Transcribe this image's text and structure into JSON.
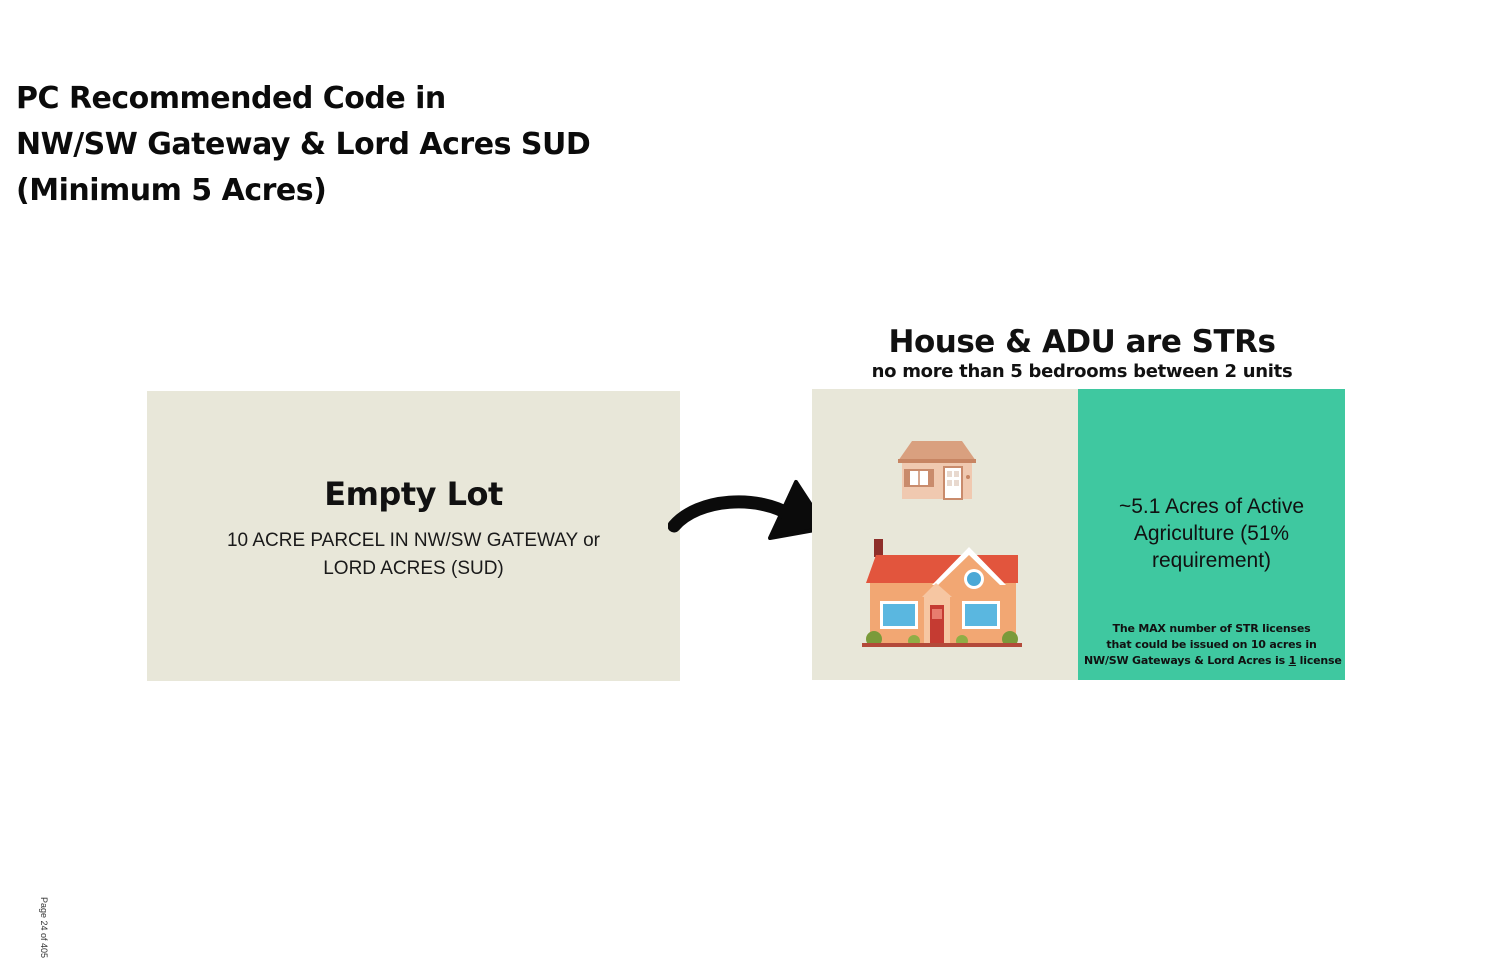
{
  "title": {
    "line1": "PC Recommended Code in",
    "line2": "NW/SW Gateway & Lord Acres SUD",
    "line3": "(Minimum 5 Acres)"
  },
  "empty_lot": {
    "heading": "Empty Lot",
    "description": "10 ACRE PARCEL IN NW/SW GATEWAY or LORD ACRES (SUD)"
  },
  "result": {
    "heading": "House & ADU are STRs",
    "subheading": "no more than 5 bedrooms between 2 units",
    "agriculture": "~5.1 Acres of Active Agriculture (51% requirement)",
    "note_line1": "The MAX number of STR licenses",
    "note_line2": "that could be issued on 10 acres in",
    "note_line3_prefix": "NW/SW Gateways & Lord Acres is ",
    "note_count": "1",
    "note_line3_suffix": " license"
  },
  "colors": {
    "lot_background": "#e8e7d9",
    "agriculture_green": "#3fc8a0",
    "text": "#111111"
  },
  "icons": [
    "arrow-right-icon",
    "adu-house-icon",
    "main-house-icon"
  ],
  "page_number": "Page 24 of 405"
}
